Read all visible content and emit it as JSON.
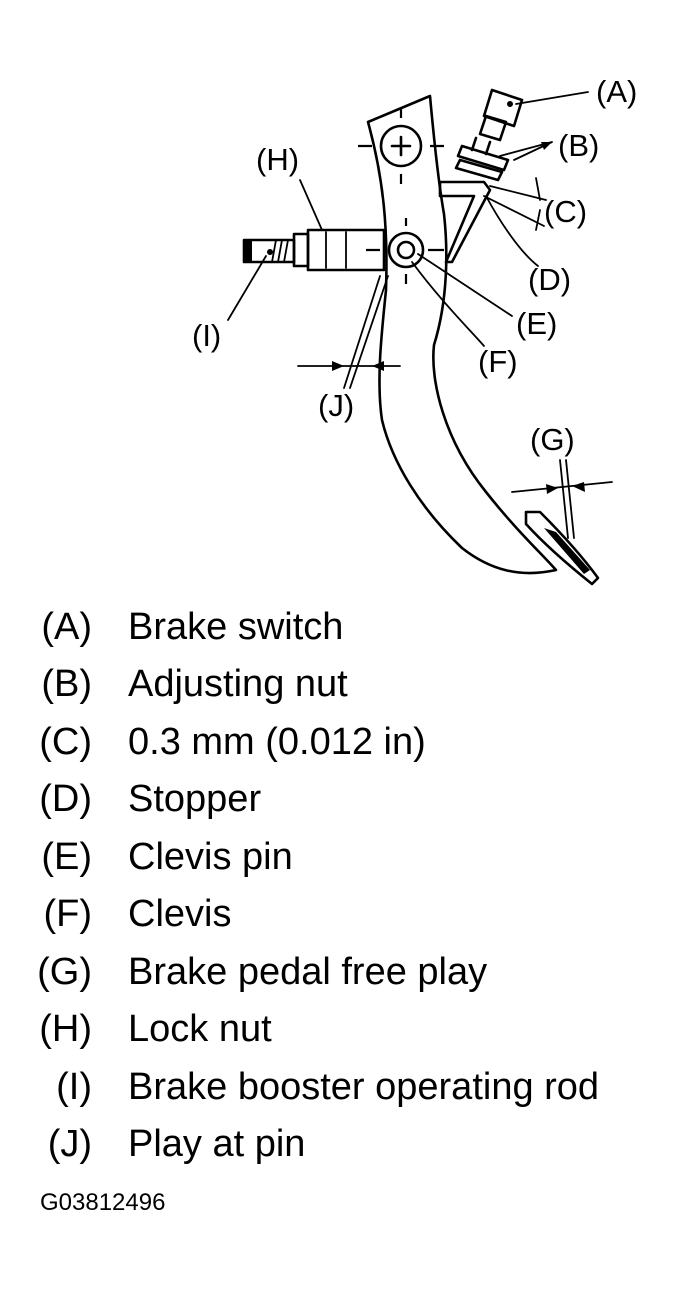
{
  "diagram": {
    "callouts": {
      "a": "(A)",
      "b": "(B)",
      "c": "(C)",
      "d": "(D)",
      "e": "(E)",
      "f": "(F)",
      "g": "(G)",
      "h": "(H)",
      "i": "(I)",
      "j": "(J)"
    }
  },
  "legend": [
    {
      "key": "(A)",
      "description": "Brake switch"
    },
    {
      "key": "(B)",
      "description": "Adjusting nut"
    },
    {
      "key": "(C)",
      "description": "0.3 mm (0.012 in)"
    },
    {
      "key": "(D)",
      "description": "Stopper"
    },
    {
      "key": "(E)",
      "description": "Clevis pin"
    },
    {
      "key": "(F)",
      "description": "Clevis"
    },
    {
      "key": "(G)",
      "description": "Brake pedal free play"
    },
    {
      "key": "(H)",
      "description": "Lock nut"
    },
    {
      "key": "(I)",
      "description": "Brake booster operating rod"
    },
    {
      "key": "(J)",
      "description": "Play at pin"
    }
  ],
  "figure_id": "G03812496"
}
